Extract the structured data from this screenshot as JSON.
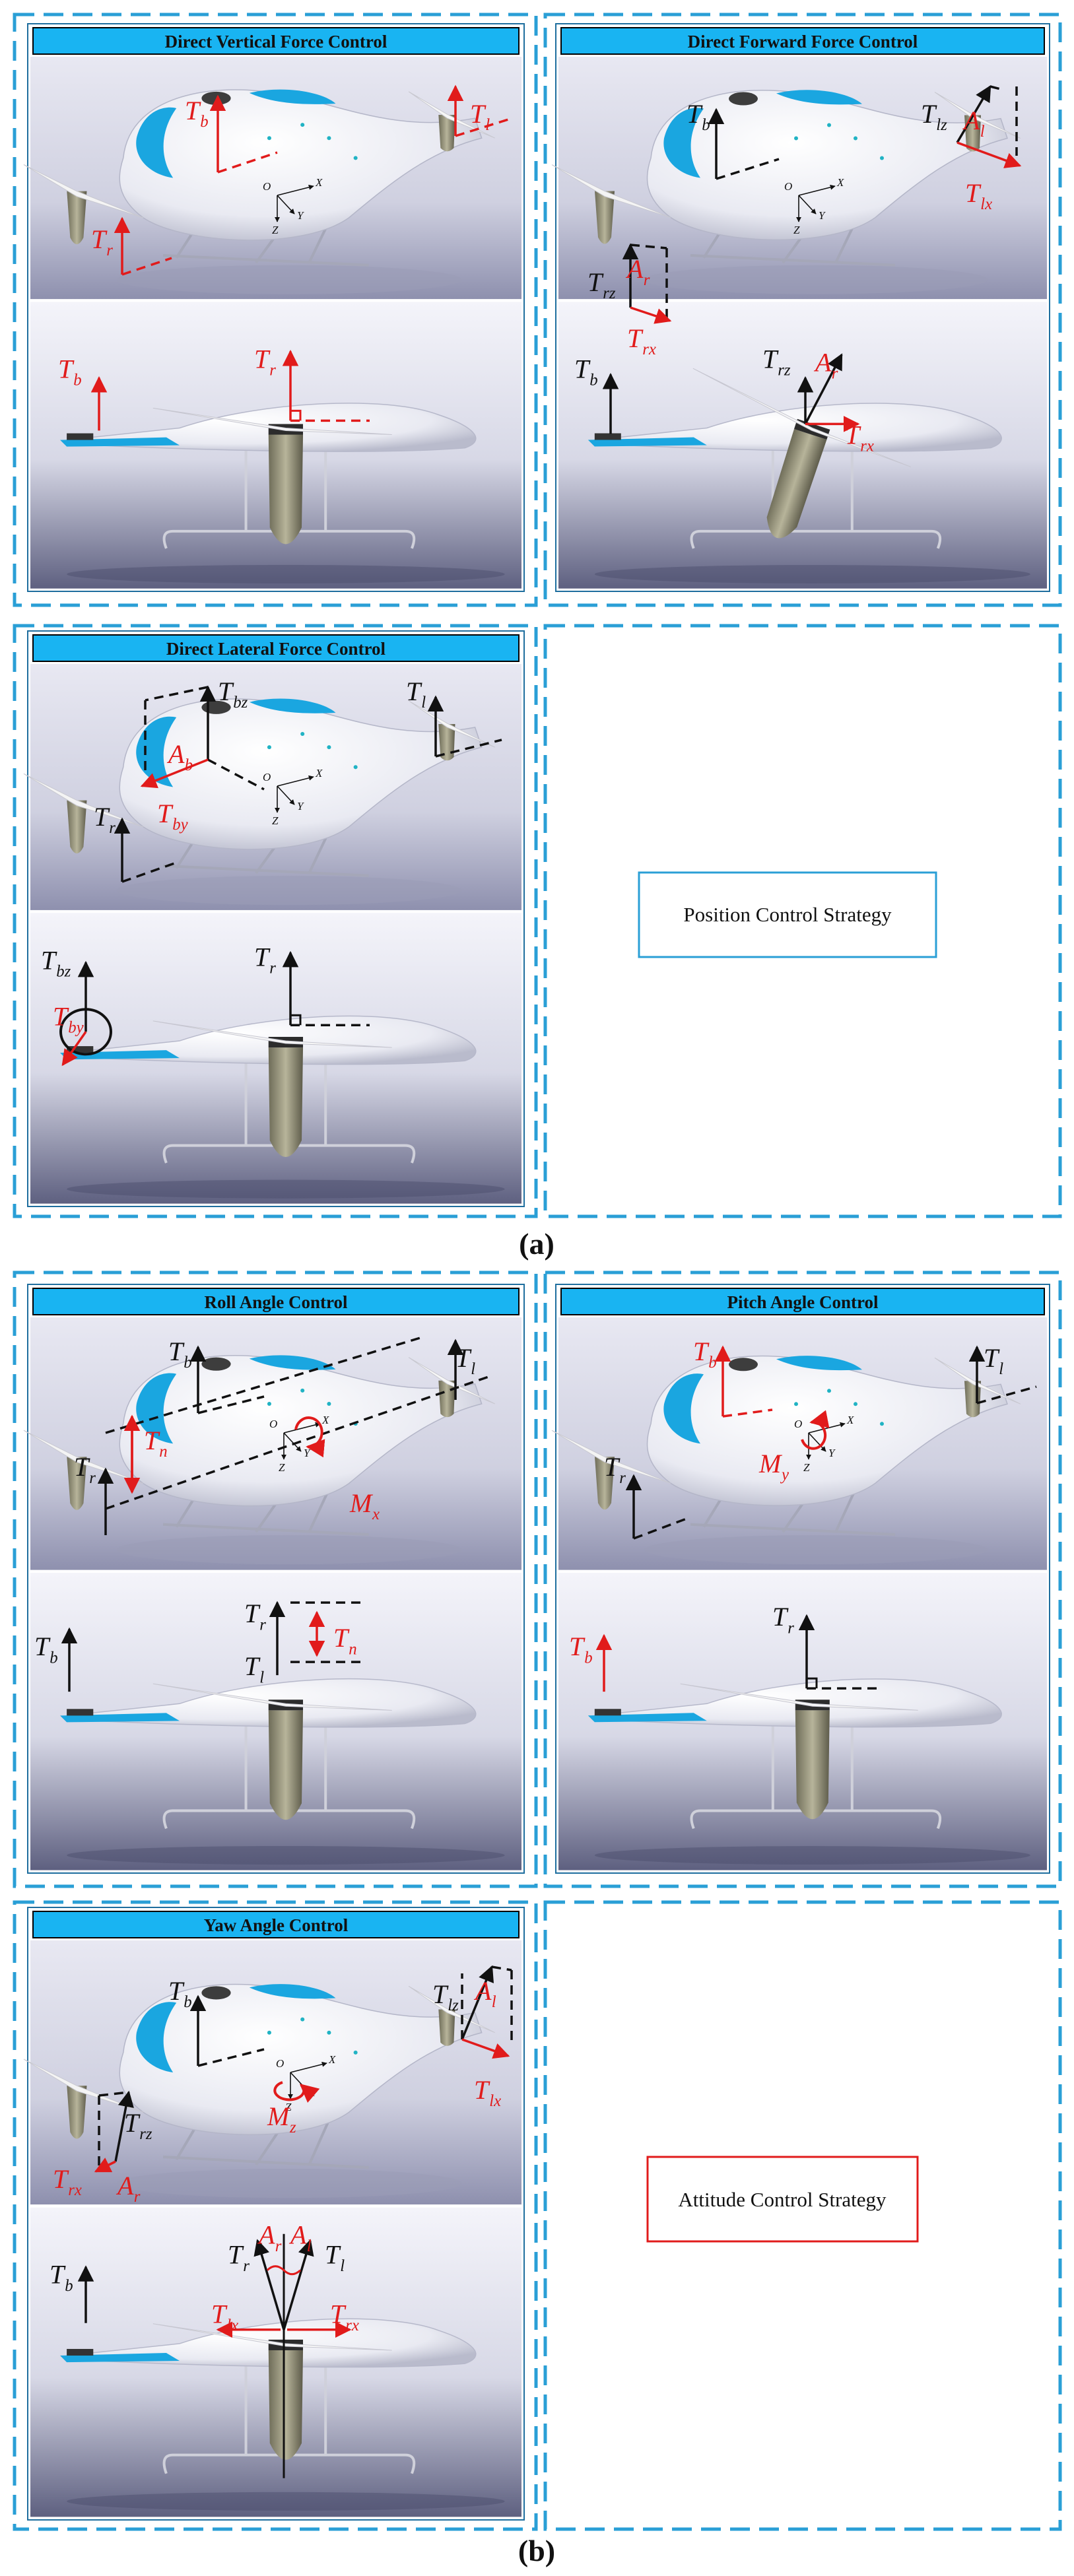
{
  "section_a": {
    "label": "(a)",
    "strategy_label": "Position Control Strategy",
    "panels": [
      {
        "title": "Direct Vertical Force Control",
        "top_labels": [
          {
            "base": "T",
            "sub": "b",
            "color": "#e11b1b"
          },
          {
            "base": "T",
            "sub": "l",
            "color": "#e11b1b"
          },
          {
            "base": "T",
            "sub": "r",
            "color": "#e11b1b"
          }
        ],
        "axis_labels": [
          "O",
          "X",
          "Y",
          "Z"
        ],
        "bottom_labels": [
          {
            "base": "T",
            "sub": "b",
            "color": "#e11b1b"
          },
          {
            "base": "T",
            "sub": "r",
            "color": "#e11b1b"
          }
        ]
      },
      {
        "title": "Direct Forward Force Control",
        "top_labels": [
          {
            "base": "T",
            "sub": "b",
            "color": "#111111"
          },
          {
            "base": "T",
            "sub": "lz",
            "color": "#111111"
          },
          {
            "base": "A",
            "sub": "l",
            "color": "#e11b1b"
          },
          {
            "base": "T",
            "sub": "lx",
            "color": "#e11b1b"
          },
          {
            "base": "T",
            "sub": "rz",
            "color": "#111111"
          },
          {
            "base": "A",
            "sub": "r",
            "color": "#e11b1b"
          },
          {
            "base": "T",
            "sub": "rx",
            "color": "#e11b1b"
          }
        ],
        "axis_labels": [
          "O",
          "X",
          "Y",
          "Z"
        ],
        "bottom_labels": [
          {
            "base": "T",
            "sub": "b",
            "color": "#111111"
          },
          {
            "base": "T",
            "sub": "rz",
            "color": "#111111"
          },
          {
            "base": "A",
            "sub": "r",
            "color": "#e11b1b"
          },
          {
            "base": "T",
            "sub": "rx",
            "color": "#e11b1b"
          }
        ]
      },
      {
        "title": "Direct Lateral Force Control",
        "top_labels": [
          {
            "base": "T",
            "sub": "bz",
            "color": "#111111"
          },
          {
            "base": "A",
            "sub": "b",
            "color": "#e11b1b"
          },
          {
            "base": "T",
            "sub": "l",
            "color": "#111111"
          },
          {
            "base": "T",
            "sub": "r",
            "color": "#111111"
          },
          {
            "base": "T",
            "sub": "by",
            "color": "#e11b1b"
          }
        ],
        "axis_labels": [
          "O",
          "X",
          "Y",
          "Z"
        ],
        "bottom_labels": [
          {
            "base": "T",
            "sub": "bz",
            "color": "#111111"
          },
          {
            "base": "T",
            "sub": "r",
            "color": "#111111"
          },
          {
            "base": "T",
            "sub": "by",
            "color": "#e11b1b"
          }
        ]
      }
    ]
  },
  "section_b": {
    "label": "(b)",
    "strategy_label": "Attitude Control Strategy",
    "panels": [
      {
        "title": "Roll Angle Control",
        "top_labels": [
          {
            "base": "T",
            "sub": "b",
            "color": "#111111"
          },
          {
            "base": "T",
            "sub": "l",
            "color": "#111111"
          },
          {
            "base": "T",
            "sub": "n",
            "color": "#e11b1b"
          },
          {
            "base": "T",
            "sub": "r",
            "color": "#111111"
          },
          {
            "base": "M",
            "sub": "x",
            "color": "#e11b1b"
          }
        ],
        "axis_labels": [
          "O",
          "X",
          "Y",
          "Z"
        ],
        "bottom_labels": [
          {
            "base": "T",
            "sub": "b",
            "color": "#111111"
          },
          {
            "base": "T",
            "sub": "r",
            "color": "#111111"
          },
          {
            "base": "T",
            "sub": "n",
            "color": "#e11b1b"
          },
          {
            "base": "T",
            "sub": "l",
            "color": "#111111"
          }
        ]
      },
      {
        "title": "Pitch Angle Control",
        "top_labels": [
          {
            "base": "T",
            "sub": "b",
            "color": "#e11b1b"
          },
          {
            "base": "T",
            "sub": "l",
            "color": "#111111"
          },
          {
            "base": "T",
            "sub": "r",
            "color": "#111111"
          },
          {
            "base": "M",
            "sub": "y",
            "color": "#e11b1b"
          }
        ],
        "axis_labels": [
          "O",
          "X",
          "Y",
          "Z"
        ],
        "bottom_labels": [
          {
            "base": "T",
            "sub": "b",
            "color": "#e11b1b"
          },
          {
            "base": "T",
            "sub": "r",
            "color": "#111111"
          }
        ]
      },
      {
        "title": "Yaw Angle Control",
        "top_labels": [
          {
            "base": "T",
            "sub": "b",
            "color": "#111111"
          },
          {
            "base": "T",
            "sub": "lz",
            "color": "#111111"
          },
          {
            "base": "A",
            "sub": "l",
            "color": "#e11b1b"
          },
          {
            "base": "T",
            "sub": "lx",
            "color": "#e11b1b"
          },
          {
            "base": "T",
            "sub": "rz",
            "color": "#111111"
          },
          {
            "base": "A",
            "sub": "r",
            "color": "#e11b1b"
          },
          {
            "base": "T",
            "sub": "rx",
            "color": "#e11b1b"
          },
          {
            "base": "M",
            "sub": "z",
            "color": "#e11b1b"
          }
        ],
        "axis_labels": [
          "O",
          "X",
          "Y",
          "Z"
        ],
        "bottom_labels": [
          {
            "base": "T",
            "sub": "b",
            "color": "#111111"
          },
          {
            "base": "T",
            "sub": "r",
            "color": "#111111"
          },
          {
            "base": "A",
            "sub": "r",
            "color": "#e11b1b"
          },
          {
            "base": "A",
            "sub": "l",
            "color": "#e11b1b"
          },
          {
            "base": "T",
            "sub": "l",
            "color": "#111111"
          },
          {
            "base": "T",
            "sub": "lx",
            "color": "#e11b1b"
          },
          {
            "base": "T",
            "sub": "rx",
            "color": "#e11b1b"
          }
        ]
      }
    ]
  },
  "colors": {
    "dashed_border": "#2a9fd6",
    "title_bar": "#19b4f2",
    "accent_red": "#e11b1b",
    "wing_blue": "#1aa6e0",
    "position_box": "#2a9fd6",
    "attitude_box": "#e11b1b"
  }
}
